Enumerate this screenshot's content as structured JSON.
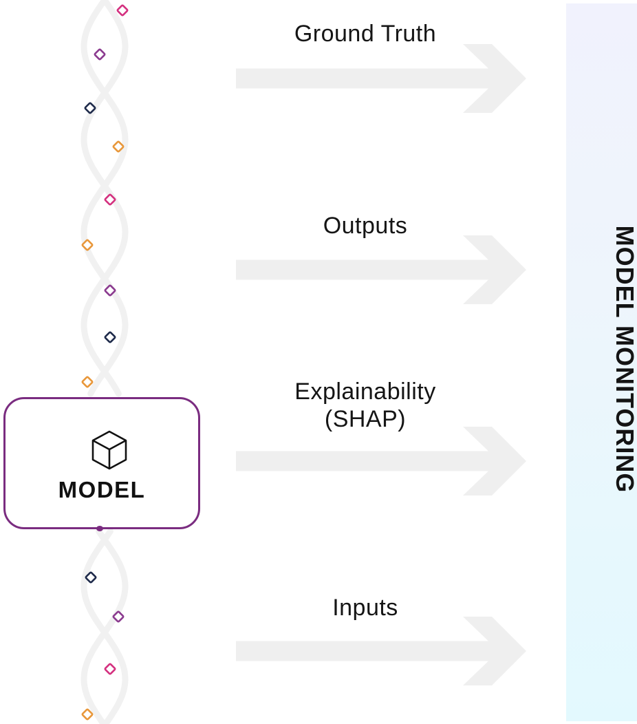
{
  "diagram": {
    "left_node": {
      "label": "MODEL",
      "icon": "cube-icon"
    },
    "flows": [
      {
        "label_lines": [
          "Ground Truth"
        ]
      },
      {
        "label_lines": [
          "Outputs"
        ]
      },
      {
        "label_lines": [
          "Explainability",
          "(SHAP)"
        ]
      },
      {
        "label_lines": [
          "Inputs"
        ]
      }
    ],
    "target_panel": {
      "label": "MODEL MONITORING"
    },
    "data_stream": {
      "description": "helix data stream of diamond markers",
      "markers": [
        {
          "color": "pink"
        },
        {
          "color": "purple"
        },
        {
          "color": "navy"
        },
        {
          "color": "orange"
        },
        {
          "color": "pink"
        },
        {
          "color": "orange"
        },
        {
          "color": "purple"
        },
        {
          "color": "navy"
        },
        {
          "color": "orange"
        },
        {
          "color": "navy"
        },
        {
          "color": "purple"
        },
        {
          "color": "pink"
        },
        {
          "color": "orange"
        }
      ]
    },
    "colors": {
      "pink": "#d4307f",
      "purple": "#8b3a8f",
      "navy": "#1e2a4a",
      "orange": "#e8973a",
      "node_border": "#7a2c80",
      "arrow": "#efefef",
      "strand": "#f1f1f1"
    }
  }
}
